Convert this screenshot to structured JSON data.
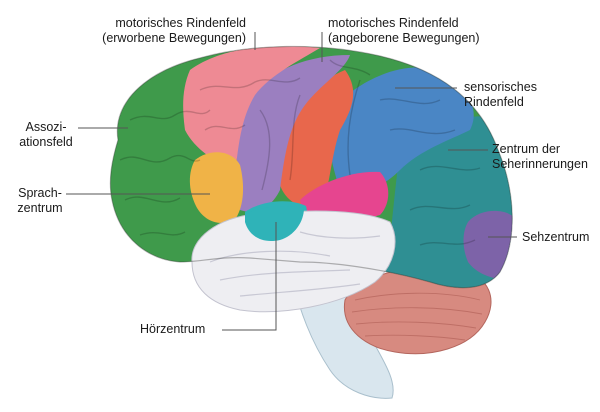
{
  "colors": {
    "motor_acquired": "#ee8a94",
    "motor_innate": "#9b7fc0",
    "sensory": "#4a86c5",
    "association": "#3f9a4b",
    "speech": "#f0b347",
    "hearing": "#2fb3b8",
    "visual_memory": "#2f8f93",
    "visual": "#7d63a8",
    "temporal": "#eeeef2",
    "cerebellum": "#d78a80",
    "brainstem": "#d9e6ee",
    "premotor_red": "#e8674c",
    "pink_area": "#e6458f",
    "leader": "#555555"
  },
  "labels": {
    "motor_acquired": [
      "motorisches Rindenfeld",
      "(erworbene Bewegungen)"
    ],
    "motor_innate": [
      "motorisches Rindenfeld",
      "(angeborene Bewegungen)"
    ],
    "sensory": [
      "sensorisches",
      "Rindenfeld"
    ],
    "association": [
      "Assozi-",
      "ationsfeld"
    ],
    "visual_memory": [
      "Zentrum der",
      "Seherinnerungen"
    ],
    "speech": [
      "Sprach-",
      "zentrum"
    ],
    "visual": "Sehzentrum",
    "hearing": "Hörzentrum"
  }
}
